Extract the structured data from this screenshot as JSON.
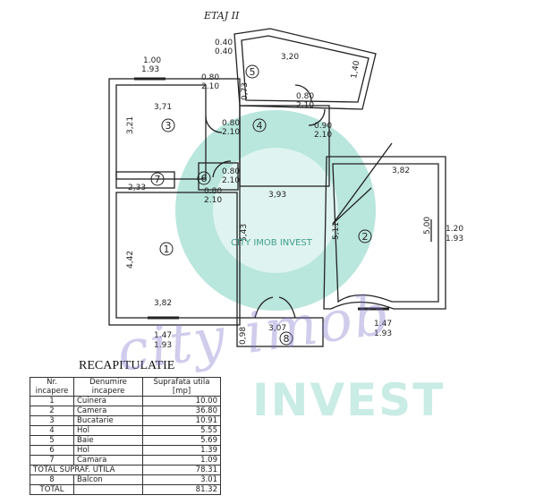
{
  "plan": {
    "floor_label": "ETAJ II",
    "rooms": [
      "1",
      "2",
      "3",
      "4",
      "5",
      "6",
      "7",
      "8"
    ],
    "dims": {
      "win3": [
        "1.00",
        "1.93"
      ],
      "win5": [
        "0.40",
        "0.40"
      ],
      "door3": [
        "0.80",
        "2.10"
      ],
      "door5": [
        "0.80",
        "2.10"
      ],
      "door4a": [
        "0.80",
        "2.10"
      ],
      "door4b": [
        "0.90",
        "2.10"
      ],
      "door6": [
        "0.80",
        "2.10"
      ],
      "door1": [
        "0.80",
        "2.10"
      ],
      "w3": "3,71",
      "h3": "3,21",
      "w5": "3,20",
      "h5": "1,40",
      "h5b": "0,73",
      "w7": "2,33",
      "w4": "3,93",
      "w2": "3,82",
      "h1": "4,42",
      "h4": "5,43",
      "h2a": "5,11",
      "h2": "5,00",
      "w1": "3,82",
      "w8": "3,07",
      "h8": "0,98",
      "win1": [
        "1.47",
        "1.93"
      ],
      "win2": [
        "1.47",
        "1.93"
      ],
      "win2r": [
        "1.20",
        "1.93"
      ]
    }
  },
  "watermark": {
    "line1": "city imob",
    "line2": "INVEST",
    "small": "CITY IMOB INVEST",
    "color_teal": "#64c8b4",
    "color_purple": "#786ec8"
  },
  "recap": {
    "title": "RECAPITULATIE",
    "headers": [
      "Nr. incapere",
      "Denumire incapere",
      "Suprafata utila [mp]"
    ],
    "rows": [
      [
        "1",
        "Cuinera",
        "10.00"
      ],
      [
        "2",
        "Camera",
        "36.80"
      ],
      [
        "3",
        "Bucatarie",
        "10.91"
      ],
      [
        "4",
        "Hol",
        "5.55"
      ],
      [
        "5",
        "Baie",
        "5.69"
      ],
      [
        "6",
        "Hol",
        "1.39"
      ],
      [
        "7",
        "Camara",
        "1.09"
      ]
    ],
    "total_utila": [
      "TOTAL SUPRAF. UTILA",
      "78.31"
    ],
    "balcon": [
      "8",
      "Balcon",
      "3.01"
    ],
    "total": [
      "TOTAL",
      "",
      "81.32"
    ]
  }
}
